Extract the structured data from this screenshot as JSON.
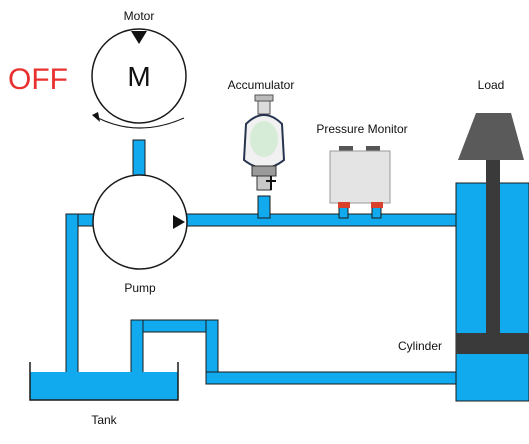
{
  "diagram": {
    "status": "OFF",
    "motor": {
      "label": "Motor",
      "letter": "M"
    },
    "pump": {
      "label": "Pump"
    },
    "accumulator": {
      "label": "Accumulator"
    },
    "pressure_monitor": {
      "label": "Pressure Monitor"
    },
    "load": {
      "label": "Load"
    },
    "cylinder": {
      "label": "Cylinder"
    },
    "tank": {
      "label": "Tank"
    }
  },
  "colors": {
    "fluid": "#11aaee",
    "pipe_outline": "#1a1a1a",
    "status_off": "#e8312f",
    "cylinder_rod": "#3a3a3a",
    "load_block": "#5a5a5a",
    "monitor_body": "#e4e4e4",
    "monitor_port": "#d9412c"
  }
}
